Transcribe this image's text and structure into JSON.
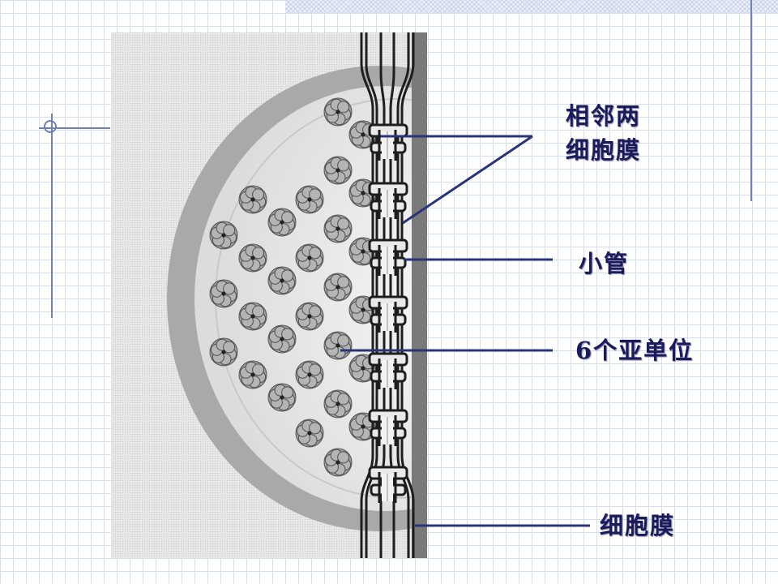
{
  "labels": {
    "adjacent_membranes_line1": "相邻两",
    "adjacent_membranes_line2": "细胞膜",
    "tubule": "小管",
    "six_subunits": "6个亚单位",
    "cell_membrane": "细胞膜"
  },
  "colors": {
    "pointer_line": "#2a3478",
    "label_text": "#1b1b5a",
    "membrane_dark": "#1e1e1e",
    "background_panel": "#e4e4e4"
  }
}
